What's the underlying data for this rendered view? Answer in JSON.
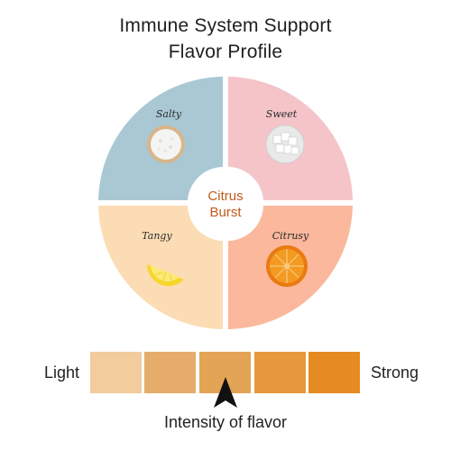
{
  "title": {
    "line1": "Immune System Support",
    "line2": "Flavor Profile"
  },
  "wheel": {
    "center_line1": "Citrus",
    "center_line2": "Burst",
    "center_color": "#c25a1b",
    "quadrants": [
      {
        "label": "Salty",
        "color": "#a9c8d4",
        "icon": "salt-icon"
      },
      {
        "label": "Sweet",
        "color": "#f4c4c9",
        "icon": "sugar-cubes-icon"
      },
      {
        "label": "Tangy",
        "color": "#fbdcb4",
        "icon": "lemon-slice-icon"
      },
      {
        "label": "Citrusy",
        "color": "#fbb89c",
        "icon": "orange-slice-icon"
      }
    ]
  },
  "intensity": {
    "low_label": "Light",
    "high_label": "Strong",
    "caption": "Intensity of flavor",
    "level": 3,
    "max_level": 5,
    "colors": [
      "#f2cc9c",
      "#e6ac6c",
      "#e4a456",
      "#e5993c",
      "#e58b22"
    ]
  }
}
